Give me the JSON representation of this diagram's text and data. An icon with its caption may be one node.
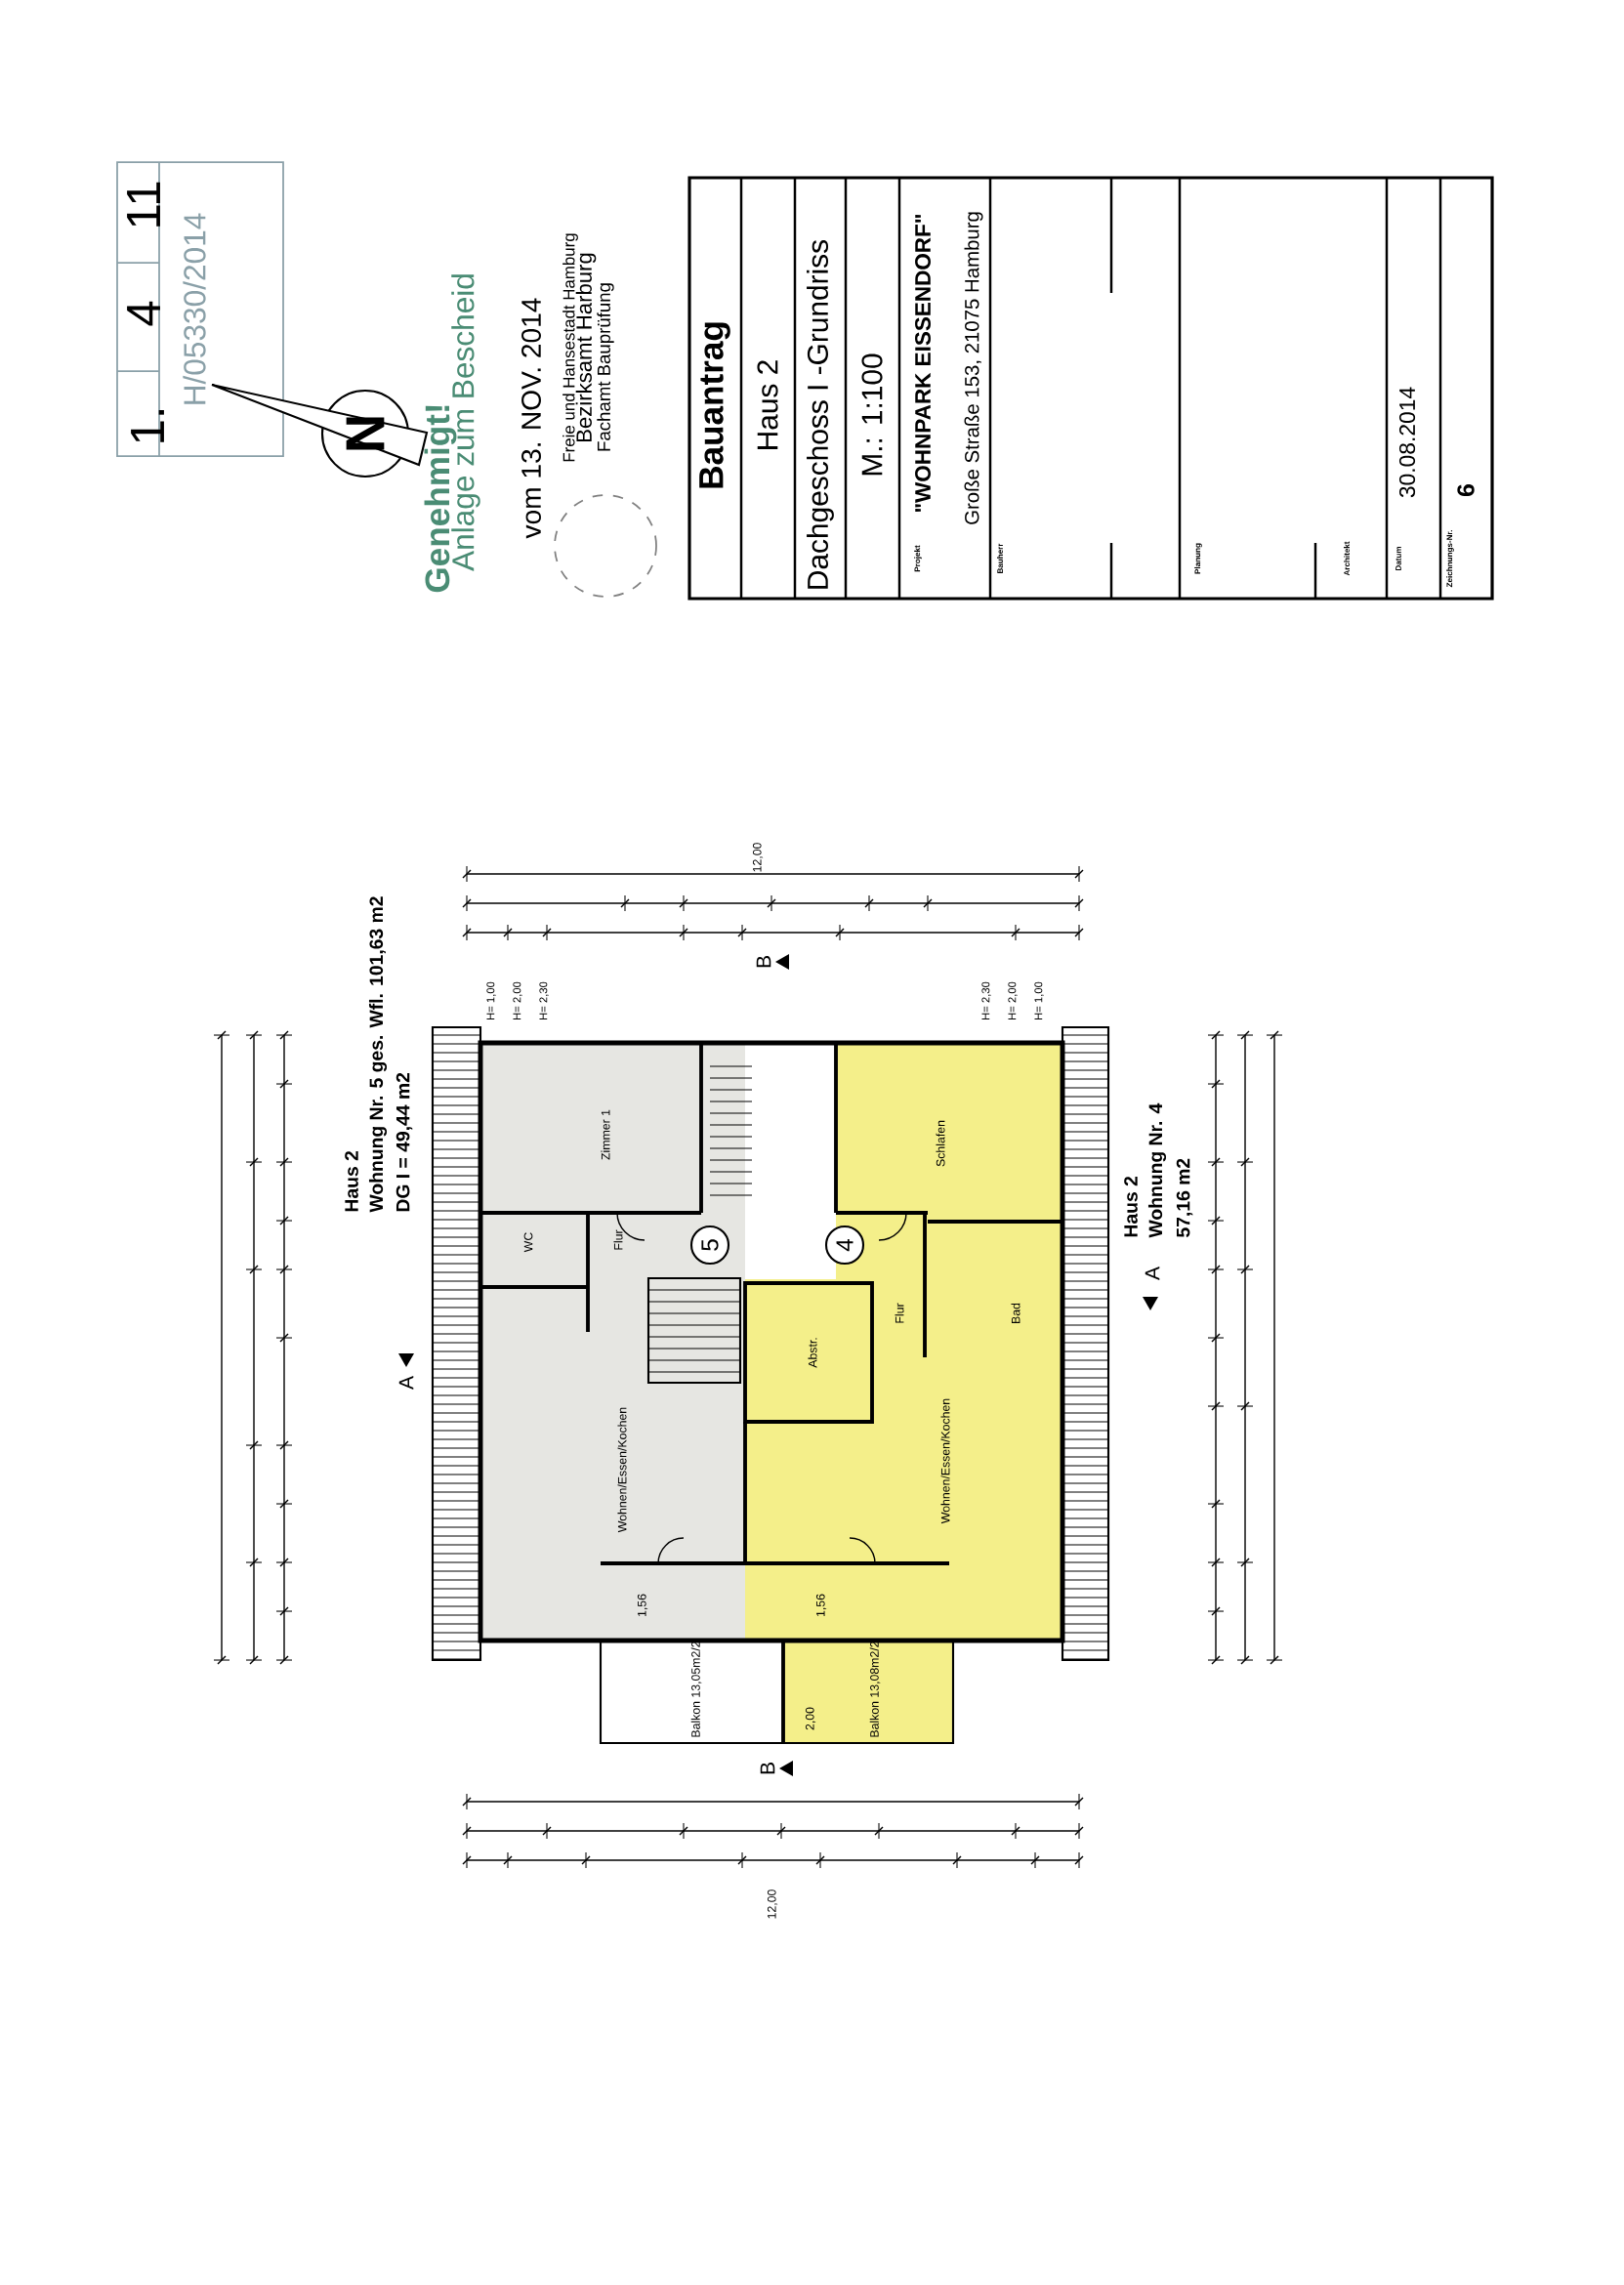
{
  "diagram": {
    "nodes": [
      {
        "text": [
          "5"
        ]
      },
      {
        "text": [
          "4"
        ]
      }
    ],
    "labels": [
      "Bauantrag",
      "Haus 2",
      "Dachgeschoss I -Grundriss",
      "M.: 1:100",
      "Projekt",
      "\"WOHNPARK EISSENDORF\"",
      "Große Straße 153, 21075 Hamburg",
      "Bauherr",
      "Planung",
      "Architekt",
      "Datum",
      "30.08.2014",
      "Zeichnungs-Nr.",
      "6",
      "1.",
      "4",
      "11",
      "H/05330/2014",
      "Genehmigt!",
      "Anlage zum Bescheid",
      "vom 13. NOV. 2014",
      "Freie und Hansestadt Hamburg",
      "Bezirksamt Harburg",
      "Fachamt Bauprüfung",
      "N",
      "Haus 2",
      "Wohnung Nr. 5 ges. Wfl. 101,63 m2",
      "DG I = 49,44 m2",
      "A",
      "Haus 2",
      "Wohnung Nr. 4",
      "57,16 m2",
      "A",
      "B",
      "B",
      "12,00",
      "12,00",
      "Zimmer 1",
      "WC",
      "Flur",
      "Wohnen/Essen/Kochen",
      "Balkon 13,05m2/2",
      "1,56",
      "Schlafen",
      "Flur",
      "Bad",
      "Abstr.",
      "Wohnen/Essen/Kochen",
      "Balkon 13,08m2/2",
      "1,56",
      "2,00",
      "H= 1,00",
      "H= 2,00",
      "H= 2,30",
      "H= 2,30",
      "H= 2,00",
      "H= 1,00"
    ]
  }
}
